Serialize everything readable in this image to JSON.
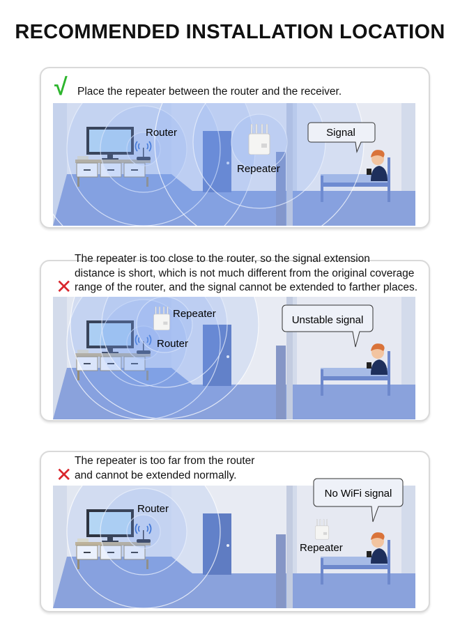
{
  "title": "RECOMMENDED INSTALLATION LOCATION",
  "panels": [
    {
      "status": "correct",
      "status_icon": "check-icon",
      "caption": [
        "Place the repeater between the router and the receiver."
      ],
      "router_label": "Router",
      "repeater_label": "Repeater",
      "bubble": "Signal"
    },
    {
      "status": "wrong",
      "status_icon": "cross-icon",
      "caption": [
        "The repeater is too close to the router, so the signal extension",
        "distance is short, which is not much different from the original coverage",
        "range of the router, and the signal cannot be extended to farther places."
      ],
      "router_label": "Router",
      "repeater_label": "Repeater",
      "bubble": "Unstable signal"
    },
    {
      "status": "wrong",
      "status_icon": "cross-icon",
      "caption": [
        "The repeater is too far from the router",
        "and cannot be extended normally."
      ],
      "router_label": "Router",
      "repeater_label": "Repeater",
      "bubble": "No WiFi signal"
    }
  ],
  "colors": {
    "check": "#2db52d",
    "cross": "#d9262c",
    "floor": "#8aa2dc",
    "wall": "#dfe4f0"
  }
}
